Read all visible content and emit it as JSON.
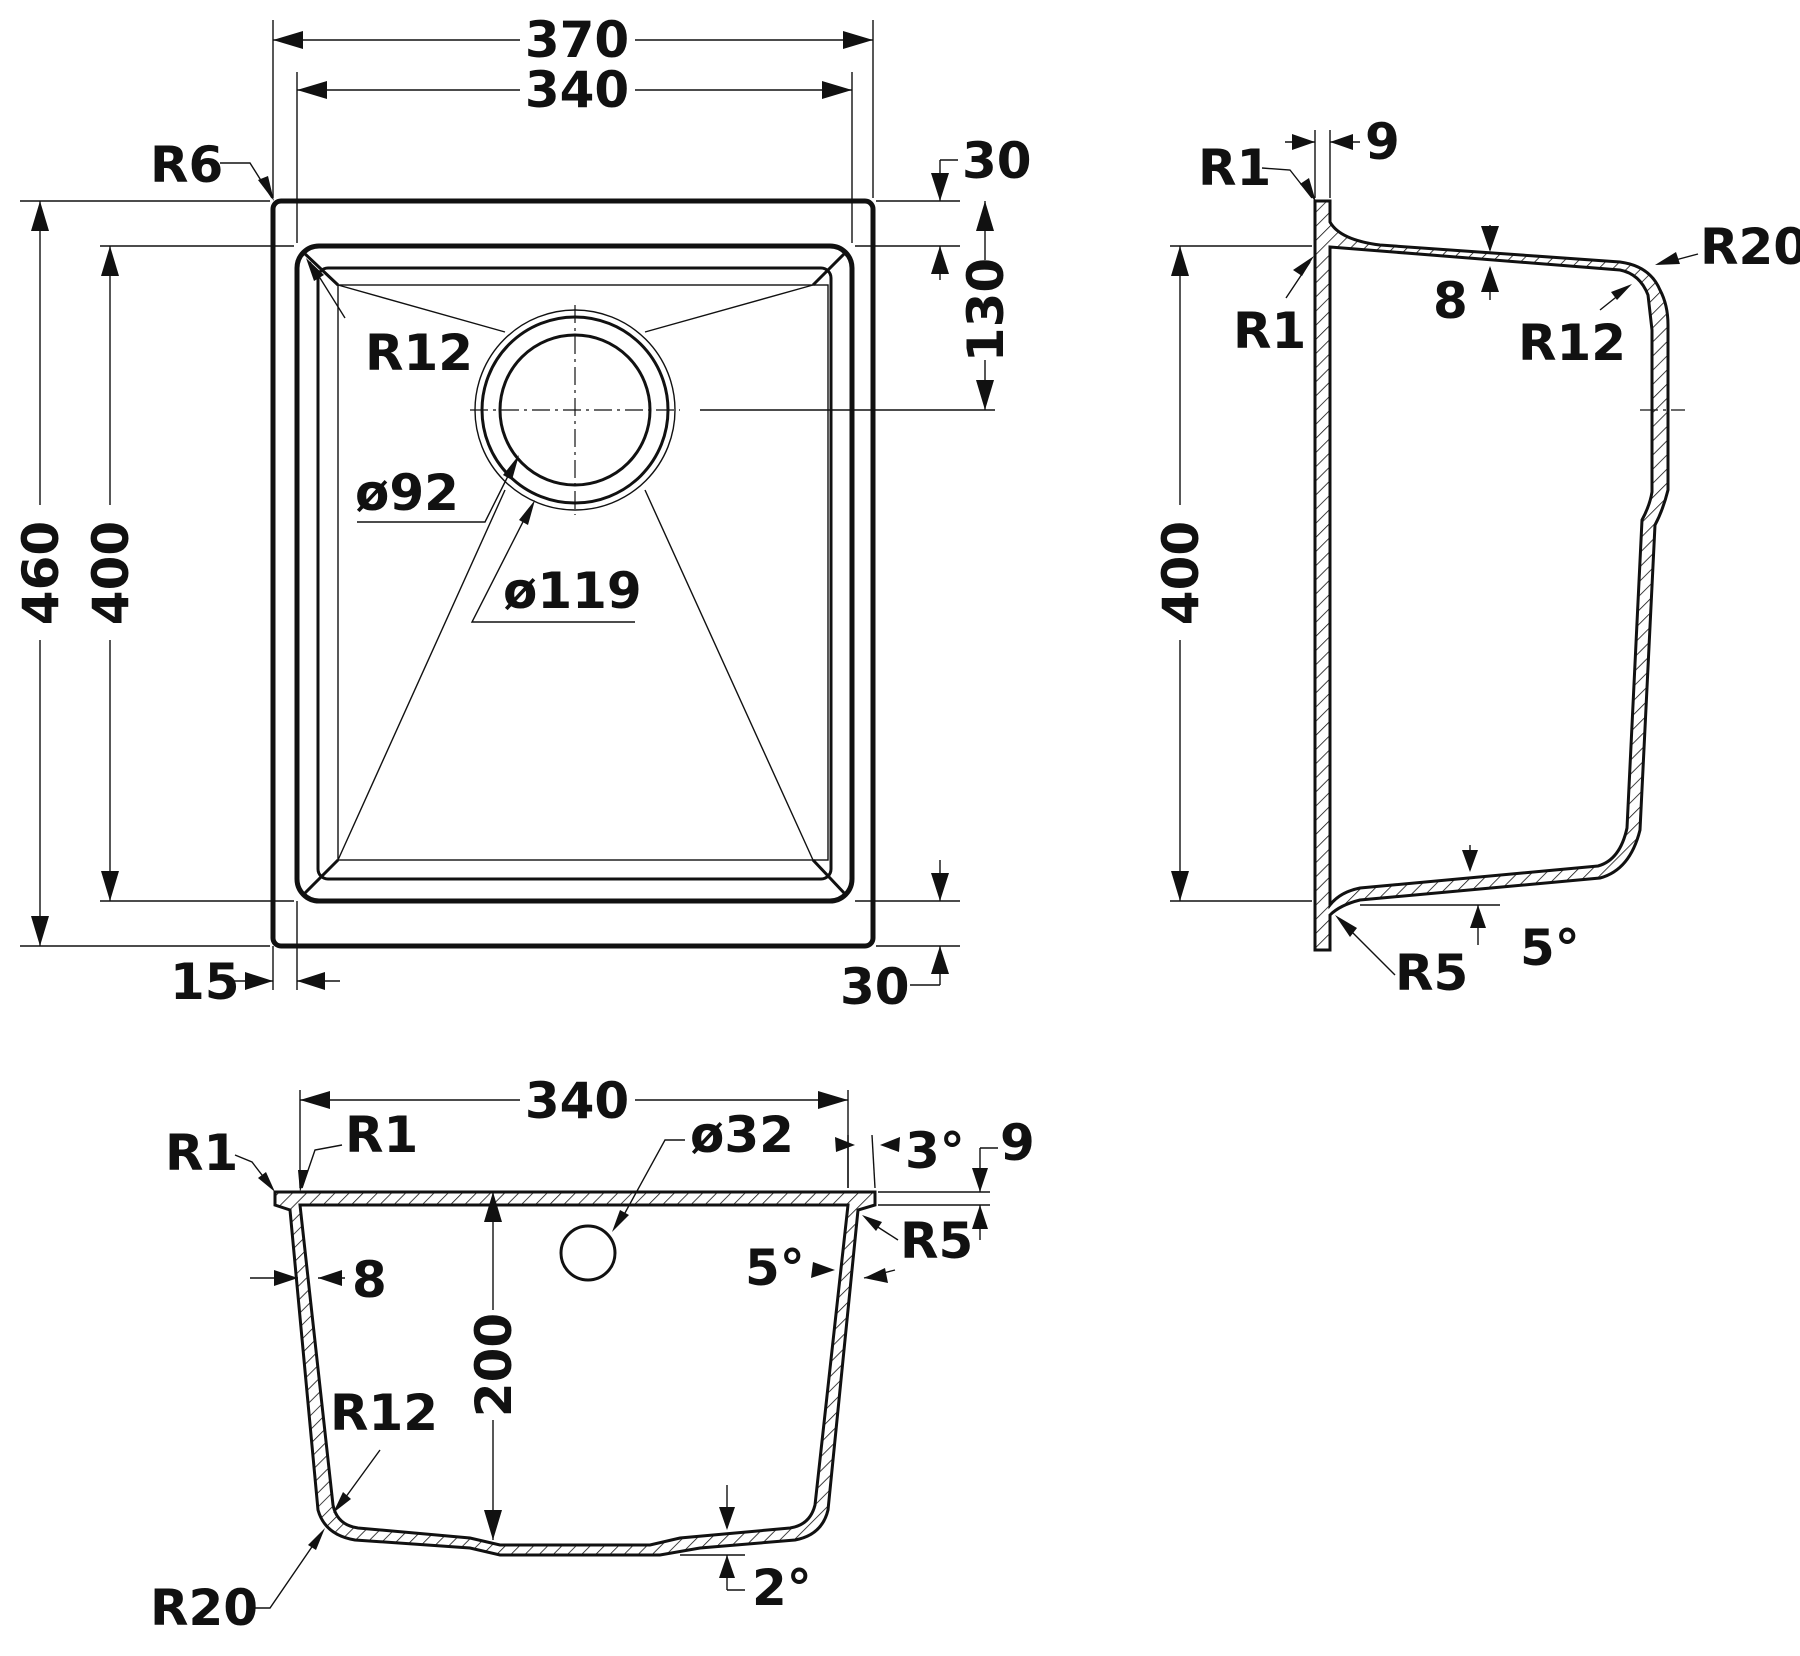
{
  "top_view": {
    "overall_width": "370",
    "bowl_width": "340",
    "corner_radius_outer": "R6",
    "rim_top": "30",
    "drain_offset": "130",
    "inner_radius": "R12",
    "overall_height": "460",
    "bowl_height": "400",
    "drain_inner_diameter": "ø92",
    "drain_outer_diameter": "ø119",
    "rim_side": "15",
    "rim_bottom": "30"
  },
  "side_view": {
    "rim_thickness": "9",
    "rim_radius_top": "R1",
    "rim_radius_inner": "R1",
    "wall_thickness": "8",
    "bowl_depth_radius": "R20",
    "inner_radius": "R12",
    "height": "400",
    "bottom_radius": "R5",
    "bottom_angle": "5°"
  },
  "front_view": {
    "width": "340",
    "overflow_diameter": "ø32",
    "rim_radius_left_outer": "R1",
    "rim_radius_left_inner": "R1",
    "wall_angle_top": "3°",
    "rim_thickness": "9",
    "rim_radius_right": "R5",
    "wall_angle": "5°",
    "wall_thickness": "8",
    "depth": "200",
    "inner_radius": "R12",
    "outer_radius": "R20",
    "floor_angle": "2°"
  },
  "icons": [
    "dimension-arrow-icon",
    "hatching-pattern"
  ]
}
